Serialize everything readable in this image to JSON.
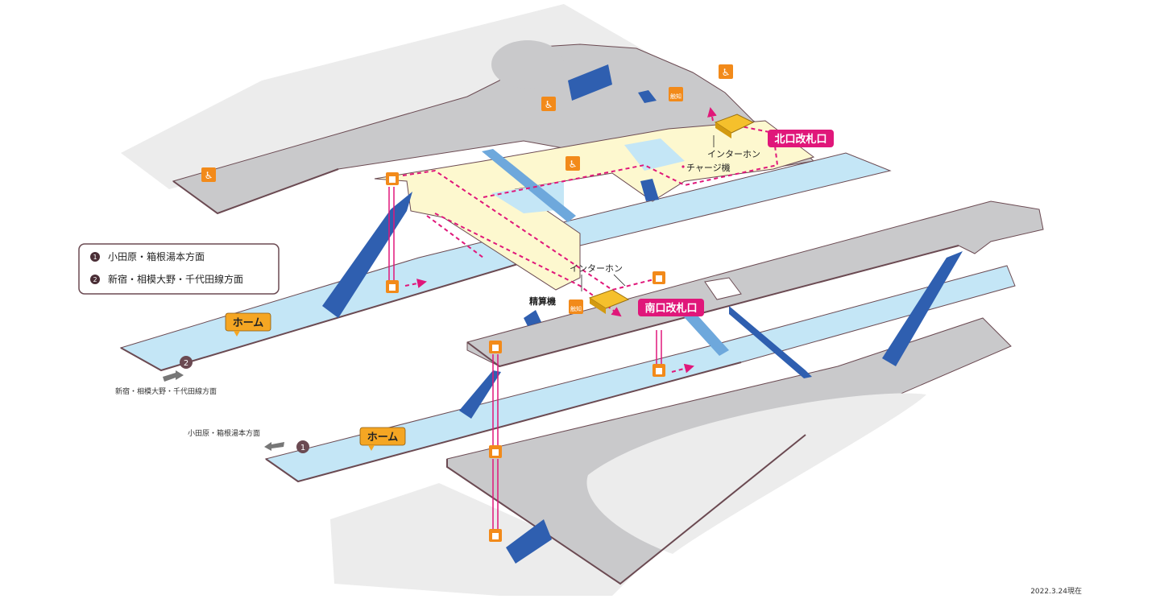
{
  "legend": {
    "items": [
      {
        "num": "1",
        "label": "小田原・箱根湯本方面"
      },
      {
        "num": "2",
        "label": "新宿・相模大野・千代田線方面"
      }
    ]
  },
  "gates": {
    "north": "北口改札口",
    "south": "南口改札口"
  },
  "labels": {
    "intercom_north": "インターホン",
    "intercom_south": "インターホン",
    "charge_machine": "チャージ機",
    "fare_adjust": "精算機",
    "platform_upper": "ホーム",
    "platform_lower": "ホーム",
    "dir_shinjuku": "新宿・相模大野・千代田線方面",
    "dir_odawara": "小田原・箱根湯本方面",
    "track_num_2": "2",
    "track_num_1": "1",
    "tactile": "触知"
  },
  "footer": {
    "date": "2022.3.24現在"
  },
  "colors": {
    "concourse": "#fdf8cf",
    "platform": "#c4e6f6",
    "ground": "#c9c9cb",
    "gate_label": "#e0177a",
    "elevator": "#f28a1a",
    "stairs": "#2f5fb0",
    "route": "#e0177a"
  }
}
